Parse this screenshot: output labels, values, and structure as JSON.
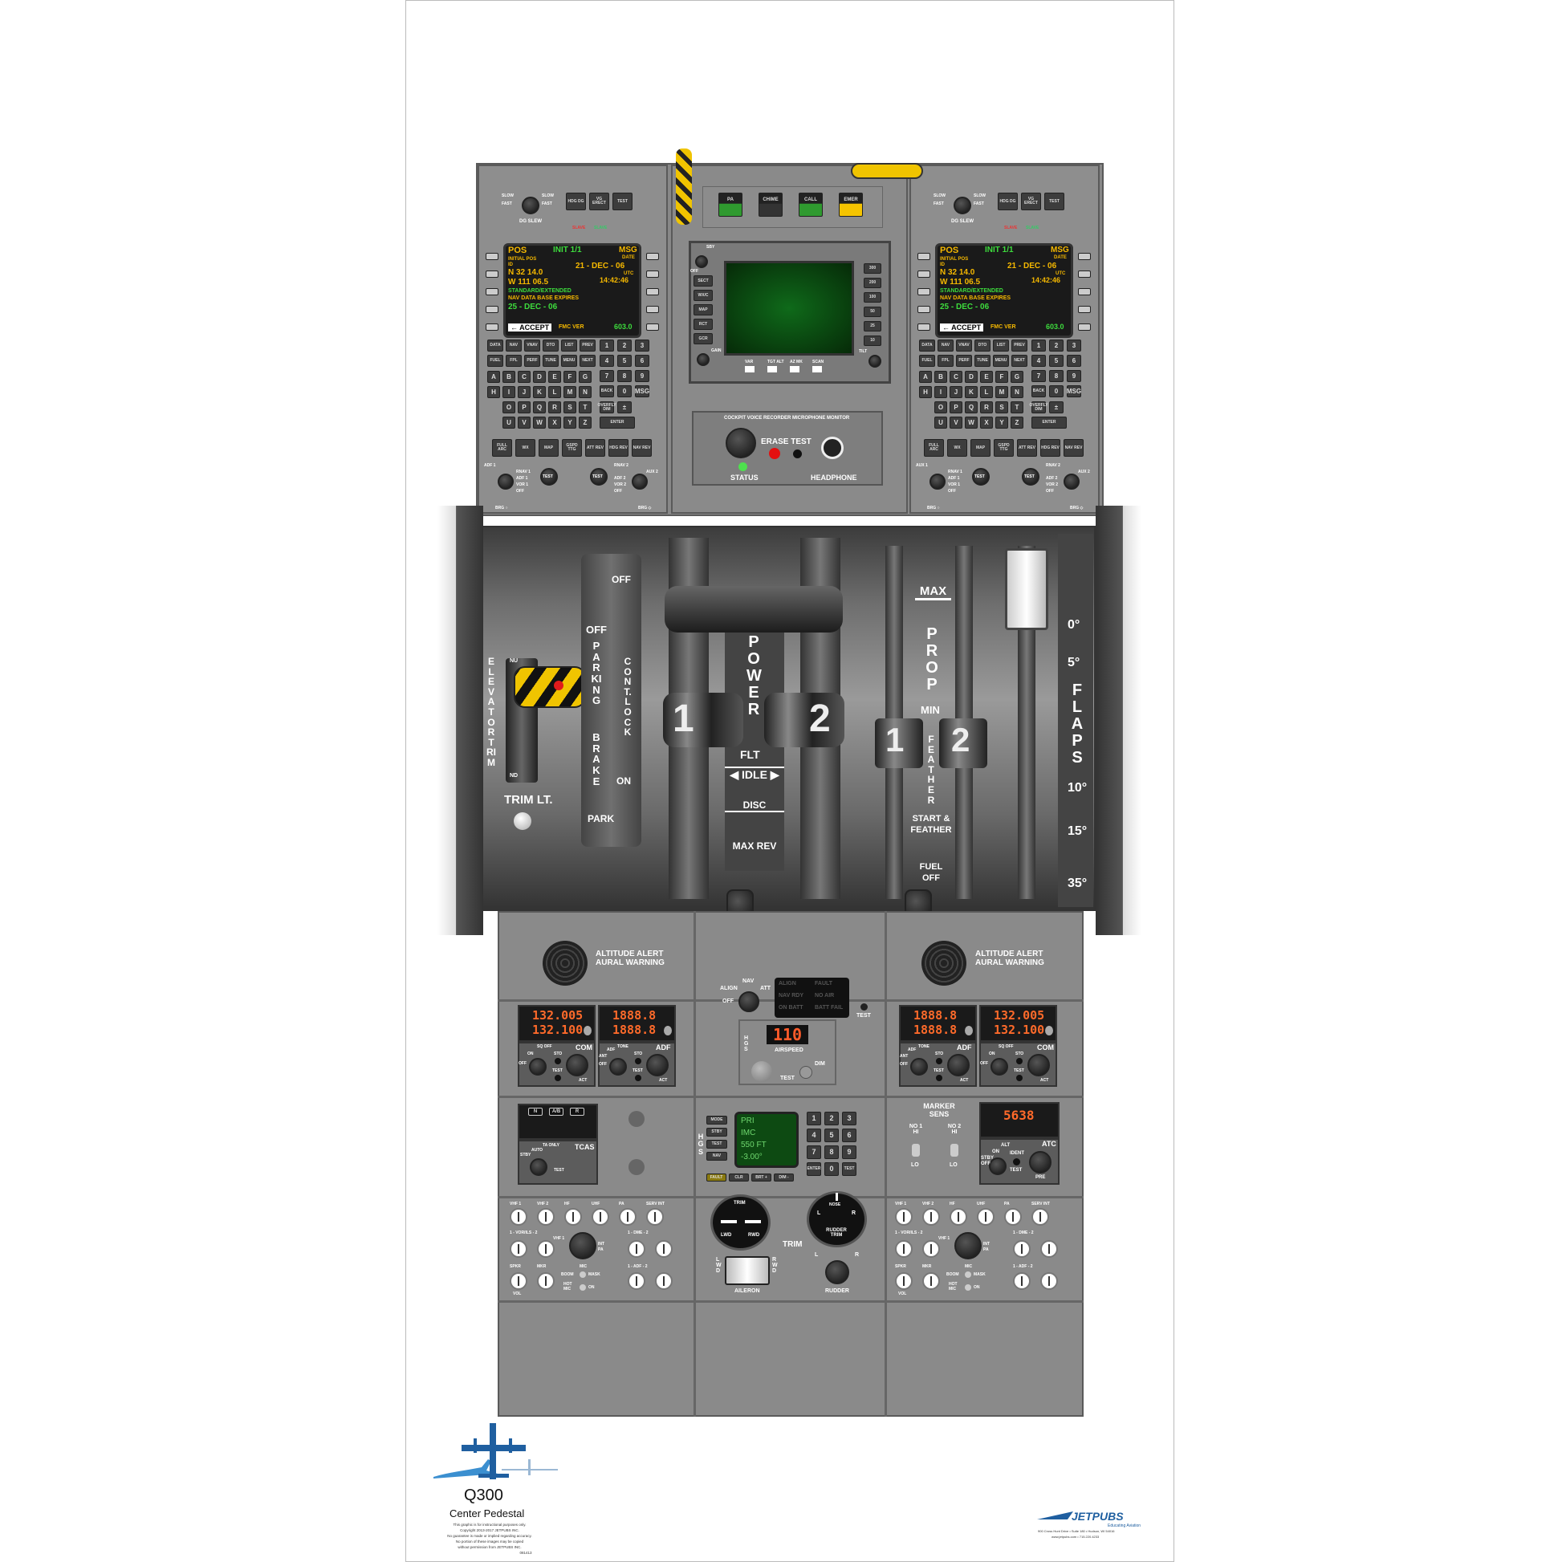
{
  "title": "Q300",
  "subtitle": "Center Pedestal",
  "disclaimer": [
    "This graphic is for instructional purposes only.",
    "Copyright 2013-2017 JETPUBS INC.",
    "No guarantee is made or implied regarding accuracy.",
    "No portion of these images may be copied",
    "without permission from JETPUBS INC.",
    "081413"
  ],
  "brand": {
    "name": "JETPUBS",
    "tagline": "Educating Aviation",
    "address": "900 Cross Hunt Drive • Suite 180 • Hudson, WI 54016",
    "contact": "www.jetpubs.com • 715.220.4233"
  },
  "colors": {
    "panel": "#8e8e8e",
    "screen_green": "#0d4a12",
    "amber": "#f5b800",
    "hazard": "#f0c400",
    "brand_blue": "#1f5fa0"
  },
  "fms": [
    {
      "side": "left",
      "dg": {
        "title": "DG SLEW",
        "slow_l": "SLOW",
        "fast_l": "FAST",
        "slow_r": "SLOW",
        "fast_r": "FAST",
        "buttons": [
          "HDG DG",
          "VG ERECT",
          "TEST"
        ],
        "status": [
          "SLAVE",
          "SLAVE"
        ]
      },
      "screen": {
        "title": "POS",
        "page": "INIT 1/1",
        "msg": "MSG",
        "l1": "INITIAL POS",
        "l2": "ID",
        "lat": "N  32  14.0",
        "lon": "W  111  06.5",
        "date_lbl": "DATE",
        "date": "21 - DEC - 06",
        "utc_lbl": "UTC",
        "utc": "14:42:46",
        "nav1": "STANDARD/EXTENDED",
        "nav2": "NAV DATA BASE EXPIRES",
        "exp": "25 - DEC - 06",
        "accept": "← ACCEPT",
        "fmc": "FMC VER",
        "ver": "603.0"
      },
      "fkeys": [
        "DATA",
        "NAV",
        "VNAV",
        "DTO",
        "LIST",
        "PREV",
        "FUEL",
        "FPL",
        "PERF",
        "TUNE",
        "MENU",
        "NEXT"
      ],
      "letters": [
        "A",
        "B",
        "C",
        "D",
        "E",
        "F",
        "G",
        "H",
        "I",
        "J",
        "K",
        "L",
        "M",
        "N",
        "O",
        "P",
        "Q",
        "R",
        "S",
        "T",
        "U",
        "V",
        "W",
        "X",
        "Y",
        "Z"
      ],
      "nums": [
        "1",
        "2",
        "3",
        "4",
        "5",
        "6",
        "7",
        "8",
        "9",
        "BACK",
        "0",
        "MSG",
        "OVERFLY DIM",
        "±",
        "ENTER"
      ],
      "modes": [
        "FULL ARC",
        "WX",
        "MAP",
        "GSPD TTG",
        "ATT REV",
        "HDG REV",
        "NAV REV"
      ],
      "sel_left": [
        "ADF 1",
        "RNAV 1",
        "ADF 1",
        "VOR 1",
        "OFF",
        "BRG ○"
      ],
      "sel_right": [
        "RNAV 2",
        "AUX 2",
        "ADF 2",
        "VOR 2",
        "OFF",
        "BRG ◇"
      ],
      "test": "TEST",
      "off": "OFF"
    },
    {
      "side": "right",
      "dg": {
        "title": "DG SLEW",
        "slow_l": "SLOW",
        "fast_l": "FAST",
        "slow_r": "SLOW",
        "fast_r": "FAST",
        "buttons": [
          "HDG DG",
          "VG ERECT",
          "TEST"
        ],
        "status": [
          "SLAVE",
          "SLAVE"
        ]
      },
      "screen": {
        "title": "POS",
        "page": "INIT 1/1",
        "msg": "MSG",
        "l1": "INITIAL POS",
        "l2": "ID",
        "lat": "N  32  14.0",
        "lon": "W  111  06.5",
        "date_lbl": "DATE",
        "date": "21 - DEC - 06",
        "utc_lbl": "UTC",
        "utc": "14:42:46",
        "nav1": "STANDARD/EXTENDED",
        "nav2": "NAV DATA BASE EXPIRES",
        "exp": "25 - DEC - 06",
        "accept": "← ACCEPT",
        "fmc": "FMC VER",
        "ver": "603.0"
      },
      "fkeys": [
        "DATA",
        "NAV",
        "VNAV",
        "DTO",
        "LIST",
        "PREV",
        "FUEL",
        "FPL",
        "PERF",
        "TUNE",
        "MENU",
        "NEXT"
      ],
      "letters": [
        "A",
        "B",
        "C",
        "D",
        "E",
        "F",
        "G",
        "H",
        "I",
        "J",
        "K",
        "L",
        "M",
        "N",
        "O",
        "P",
        "Q",
        "R",
        "S",
        "T",
        "U",
        "V",
        "W",
        "X",
        "Y",
        "Z"
      ],
      "nums": [
        "1",
        "2",
        "3",
        "4",
        "5",
        "6",
        "7",
        "8",
        "9",
        "BACK",
        "0",
        "MSG",
        "OVERFLY DIM",
        "±",
        "ENTER"
      ],
      "modes": [
        "FULL ARC",
        "WX",
        "MAP",
        "GSPD TTG",
        "ATT REV",
        "HDG REV",
        "NAV REV"
      ],
      "sel_left": [
        "AUX 1",
        "RNAV 1",
        "ADF 1",
        "VOR 1",
        "OFF",
        "BRG ○"
      ],
      "sel_right": [
        "RNAV 2",
        "AUX 2",
        "ADF 2",
        "VOR 2",
        "OFF",
        "BRG ◇"
      ],
      "test": "TEST",
      "off": "OFF"
    }
  ],
  "pa": {
    "buttons": [
      "PA",
      "CHIME",
      "CALL",
      "EMER"
    ]
  },
  "wx": {
    "knob_top": [
      "SBY",
      "OFF"
    ],
    "left": [
      "SECT",
      "WX/C",
      "MAP",
      "RCT",
      "GCR"
    ],
    "right": [
      "300",
      "200",
      "100",
      "50",
      "25",
      "10"
    ],
    "bottom": [
      "VAR",
      "TGT ALT",
      "AZ MK",
      "SCAN"
    ],
    "gain": "GAIN",
    "tilt": "TILT"
  },
  "cvr": {
    "title": "COCKPIT VOICE RECORDER MICROPHONE MONITOR",
    "erase": "ERASE TEST",
    "status": "STATUS",
    "headphone": "HEADPHONE"
  },
  "throttle": {
    "elev_trim": "ELEVATOR TRIM",
    "nu": "NU",
    "nd": "ND",
    "trim_lt": "TRIM LT.",
    "off1": "OFF",
    "off2": "OFF",
    "parking": "PARKING",
    "brake": "BRAKE",
    "cont_lock": "CONT. LOCK",
    "on": "ON",
    "park": "PARK",
    "power": "POWER",
    "flt": "FLT",
    "idle": "◀ IDLE ▶",
    "disc": "DISC",
    "max_rev": "MAX REV",
    "lever1": "1",
    "lever2": "2",
    "max": "MAX",
    "prop": "PROP",
    "min": "MIN",
    "feather": "FEATHER",
    "start_feather": "START & FEATHER",
    "fuel_off": "FUEL OFF",
    "flaps": "FLAPS",
    "flap_detents": [
      "0°",
      "5°",
      "10°",
      "15°",
      "35°"
    ]
  },
  "alt_alert": "ALTITUDE ALERT AURAL WARNING",
  "ahrs": {
    "modes": [
      "ALIGN",
      "NAV",
      "ATT",
      "OFF"
    ],
    "annunciators": [
      "ALIGN",
      "FAULT",
      "NAV RDY",
      "NO AIR",
      "ON BATT",
      "BATT FAIL"
    ],
    "test": "TEST"
  },
  "airspeed": {
    "hgs": "HGS",
    "value": "110",
    "label": "AIRSPEED",
    "test": "TEST",
    "dim": "DIM"
  },
  "hgs": {
    "label": "HGS",
    "keys": [
      "MODE",
      "STBY",
      "TEST",
      "NAV"
    ],
    "lines": [
      "PRI",
      "IMC",
      "550 FT",
      "-3.00°"
    ],
    "bottom": [
      "FAULT",
      "CLR",
      "BRT +",
      "DIM -"
    ],
    "pad": [
      "1",
      "2",
      "3",
      "4",
      "5",
      "6",
      "7",
      "8",
      "9",
      "ENTER",
      "0",
      "TEST"
    ]
  },
  "com1": {
    "active": "132.005",
    "standby": "132.100",
    "label": "COM",
    "sel": [
      "OFF",
      "ON",
      "SQ OFF"
    ],
    "sto": "STO",
    "test": "TEST",
    "act": "ACT"
  },
  "adf1": {
    "active": "1888.8",
    "standby": "1888.8",
    "label": "ADF",
    "sel": [
      "ANT",
      "ADF",
      "TONE",
      "OFF"
    ],
    "sto": "STO",
    "test": "TEST",
    "act": "ACT"
  },
  "adf2": {
    "active": "1888.8",
    "standby": "1888.8",
    "label": "ADF",
    "sel": [
      "ANT",
      "ADF",
      "TONE",
      "OFF"
    ],
    "sto": "STO",
    "test": "TEST",
    "act": "ACT"
  },
  "com2": {
    "active": "132.005",
    "standby": "132.100",
    "label": "COM",
    "sel": [
      "OFF",
      "ON",
      "SQ OFF"
    ],
    "sto": "STO",
    "test": "TEST",
    "act": "ACT"
  },
  "tcas": {
    "buttons": [
      "N",
      "A/B",
      "R"
    ],
    "label": "TCAS",
    "sel": [
      "STBY",
      "AUTO",
      "TA ONLY"
    ],
    "test": "TEST"
  },
  "marker": {
    "title": "MARKER SENS",
    "no1": "NO 1 HI",
    "no2": "NO 2 HI",
    "lo": "LO"
  },
  "atc": {
    "code": "5638",
    "label": "ATC",
    "sel": [
      "STBY OFF",
      "ON",
      "ALT"
    ],
    "ident": "IDENT",
    "test": "TEST",
    "pre": "PRE"
  },
  "audio": {
    "top": [
      "VHF 1",
      "VHF 2",
      "HF",
      "UHF",
      "PA",
      "SERV INT"
    ],
    "vor": "1 - VOR/ILS - 2",
    "dme": "1 - DME - 2",
    "adf": "1 - ADF - 2",
    "sel": [
      "VHF 1",
      "INT",
      "PA"
    ],
    "spkr": "SPKR",
    "mkr": "MKR",
    "vol": "VOL",
    "mic": "MIC",
    "boom": "BOOM",
    "mask": "MASK",
    "hot": "HOT MIC",
    "on": "ON"
  },
  "trim": {
    "ail_gauge": "TRIM",
    "lwd": "LWD",
    "rwd": "RWD",
    "label": "TRIM",
    "aileron": "AILERON",
    "rudder_trim": "RUDDER TRIM",
    "nose": "NOSE",
    "l": "L",
    "r": "R",
    "rudder": "RUDDER",
    "lwd_v": "LWD",
    "rwd_v": "RWD"
  }
}
